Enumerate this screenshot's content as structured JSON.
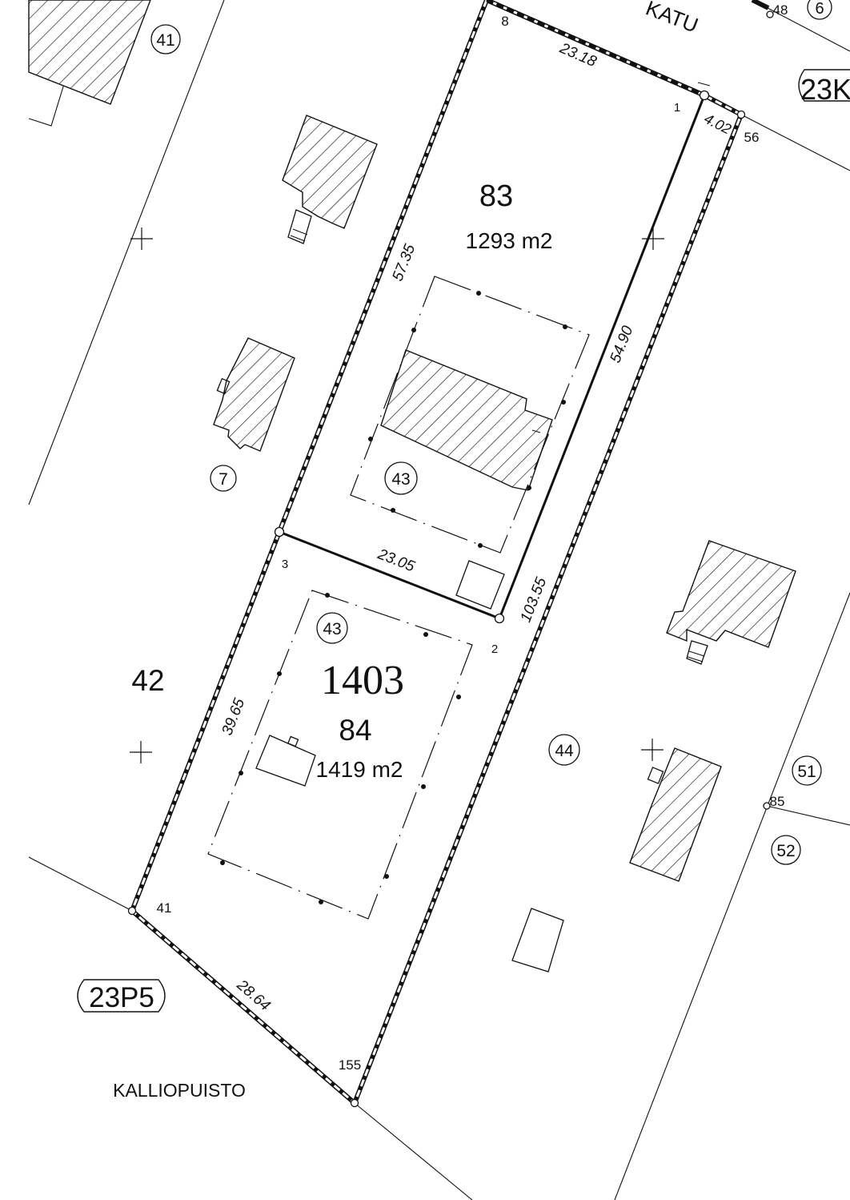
{
  "street_label": "KATU",
  "parcels": {
    "p83": {
      "number": "83",
      "area": "1293 m2"
    },
    "p84": {
      "block": "1403",
      "number": "84",
      "area": "1419 m2"
    },
    "p42": {
      "number": "42"
    }
  },
  "circled_labels": [
    "41",
    "7",
    "43",
    "43",
    "44",
    "51",
    "52",
    "6"
  ],
  "edge_lengths": {
    "e_top": "23.18",
    "e_right_short": "4.02",
    "e_left_upper": "57.35",
    "e_inner_right": "54.90",
    "e_middle": "23.05",
    "e_right_long": "103.55",
    "e_left_lower": "39.65",
    "e_bottom": "28.64"
  },
  "point_numbers": {
    "pt8": "8",
    "pt1": "1",
    "pt56": "56",
    "pt48": "48",
    "pt3": "3",
    "pt2": "2",
    "pt41": "41",
    "pt155": "155",
    "pt85": "85"
  },
  "zone_codes": {
    "z1": "23K",
    "z2": "23P5"
  },
  "place_name": "KALLIOPUISTO"
}
